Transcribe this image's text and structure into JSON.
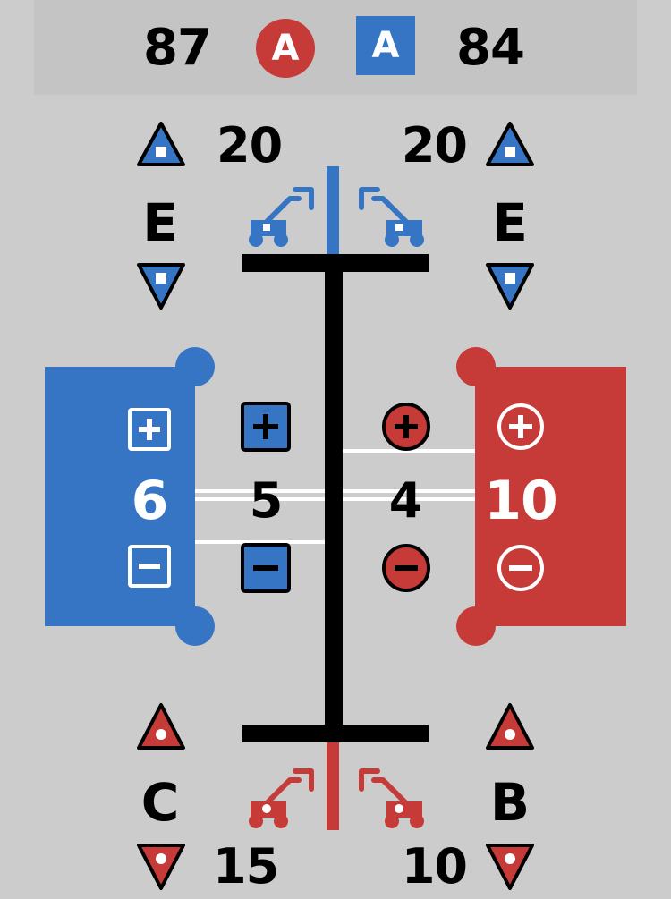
{
  "scoreboard": {
    "left_score": "87",
    "left_badge": "A",
    "right_badge": "A",
    "right_score": "84"
  },
  "top": {
    "left_value": "20",
    "right_value": "20",
    "left_letter": "E",
    "right_letter": "E"
  },
  "middle": {
    "left_panel_value": "6",
    "left_center_value": "5",
    "right_center_value": "4",
    "right_panel_value": "10"
  },
  "bottom": {
    "left_letter": "C",
    "right_letter": "B",
    "left_value": "15",
    "right_value": "10"
  },
  "colors": {
    "blue": "#3575c4",
    "red": "#c63a37",
    "background": "#cccccc",
    "black": "#000000"
  },
  "icons": {
    "up_arrow": "triangle-up-icon",
    "down_arrow": "triangle-down-icon",
    "plus": "plus-icon",
    "minus": "minus-icon",
    "robot": "robot-arm-icon"
  }
}
